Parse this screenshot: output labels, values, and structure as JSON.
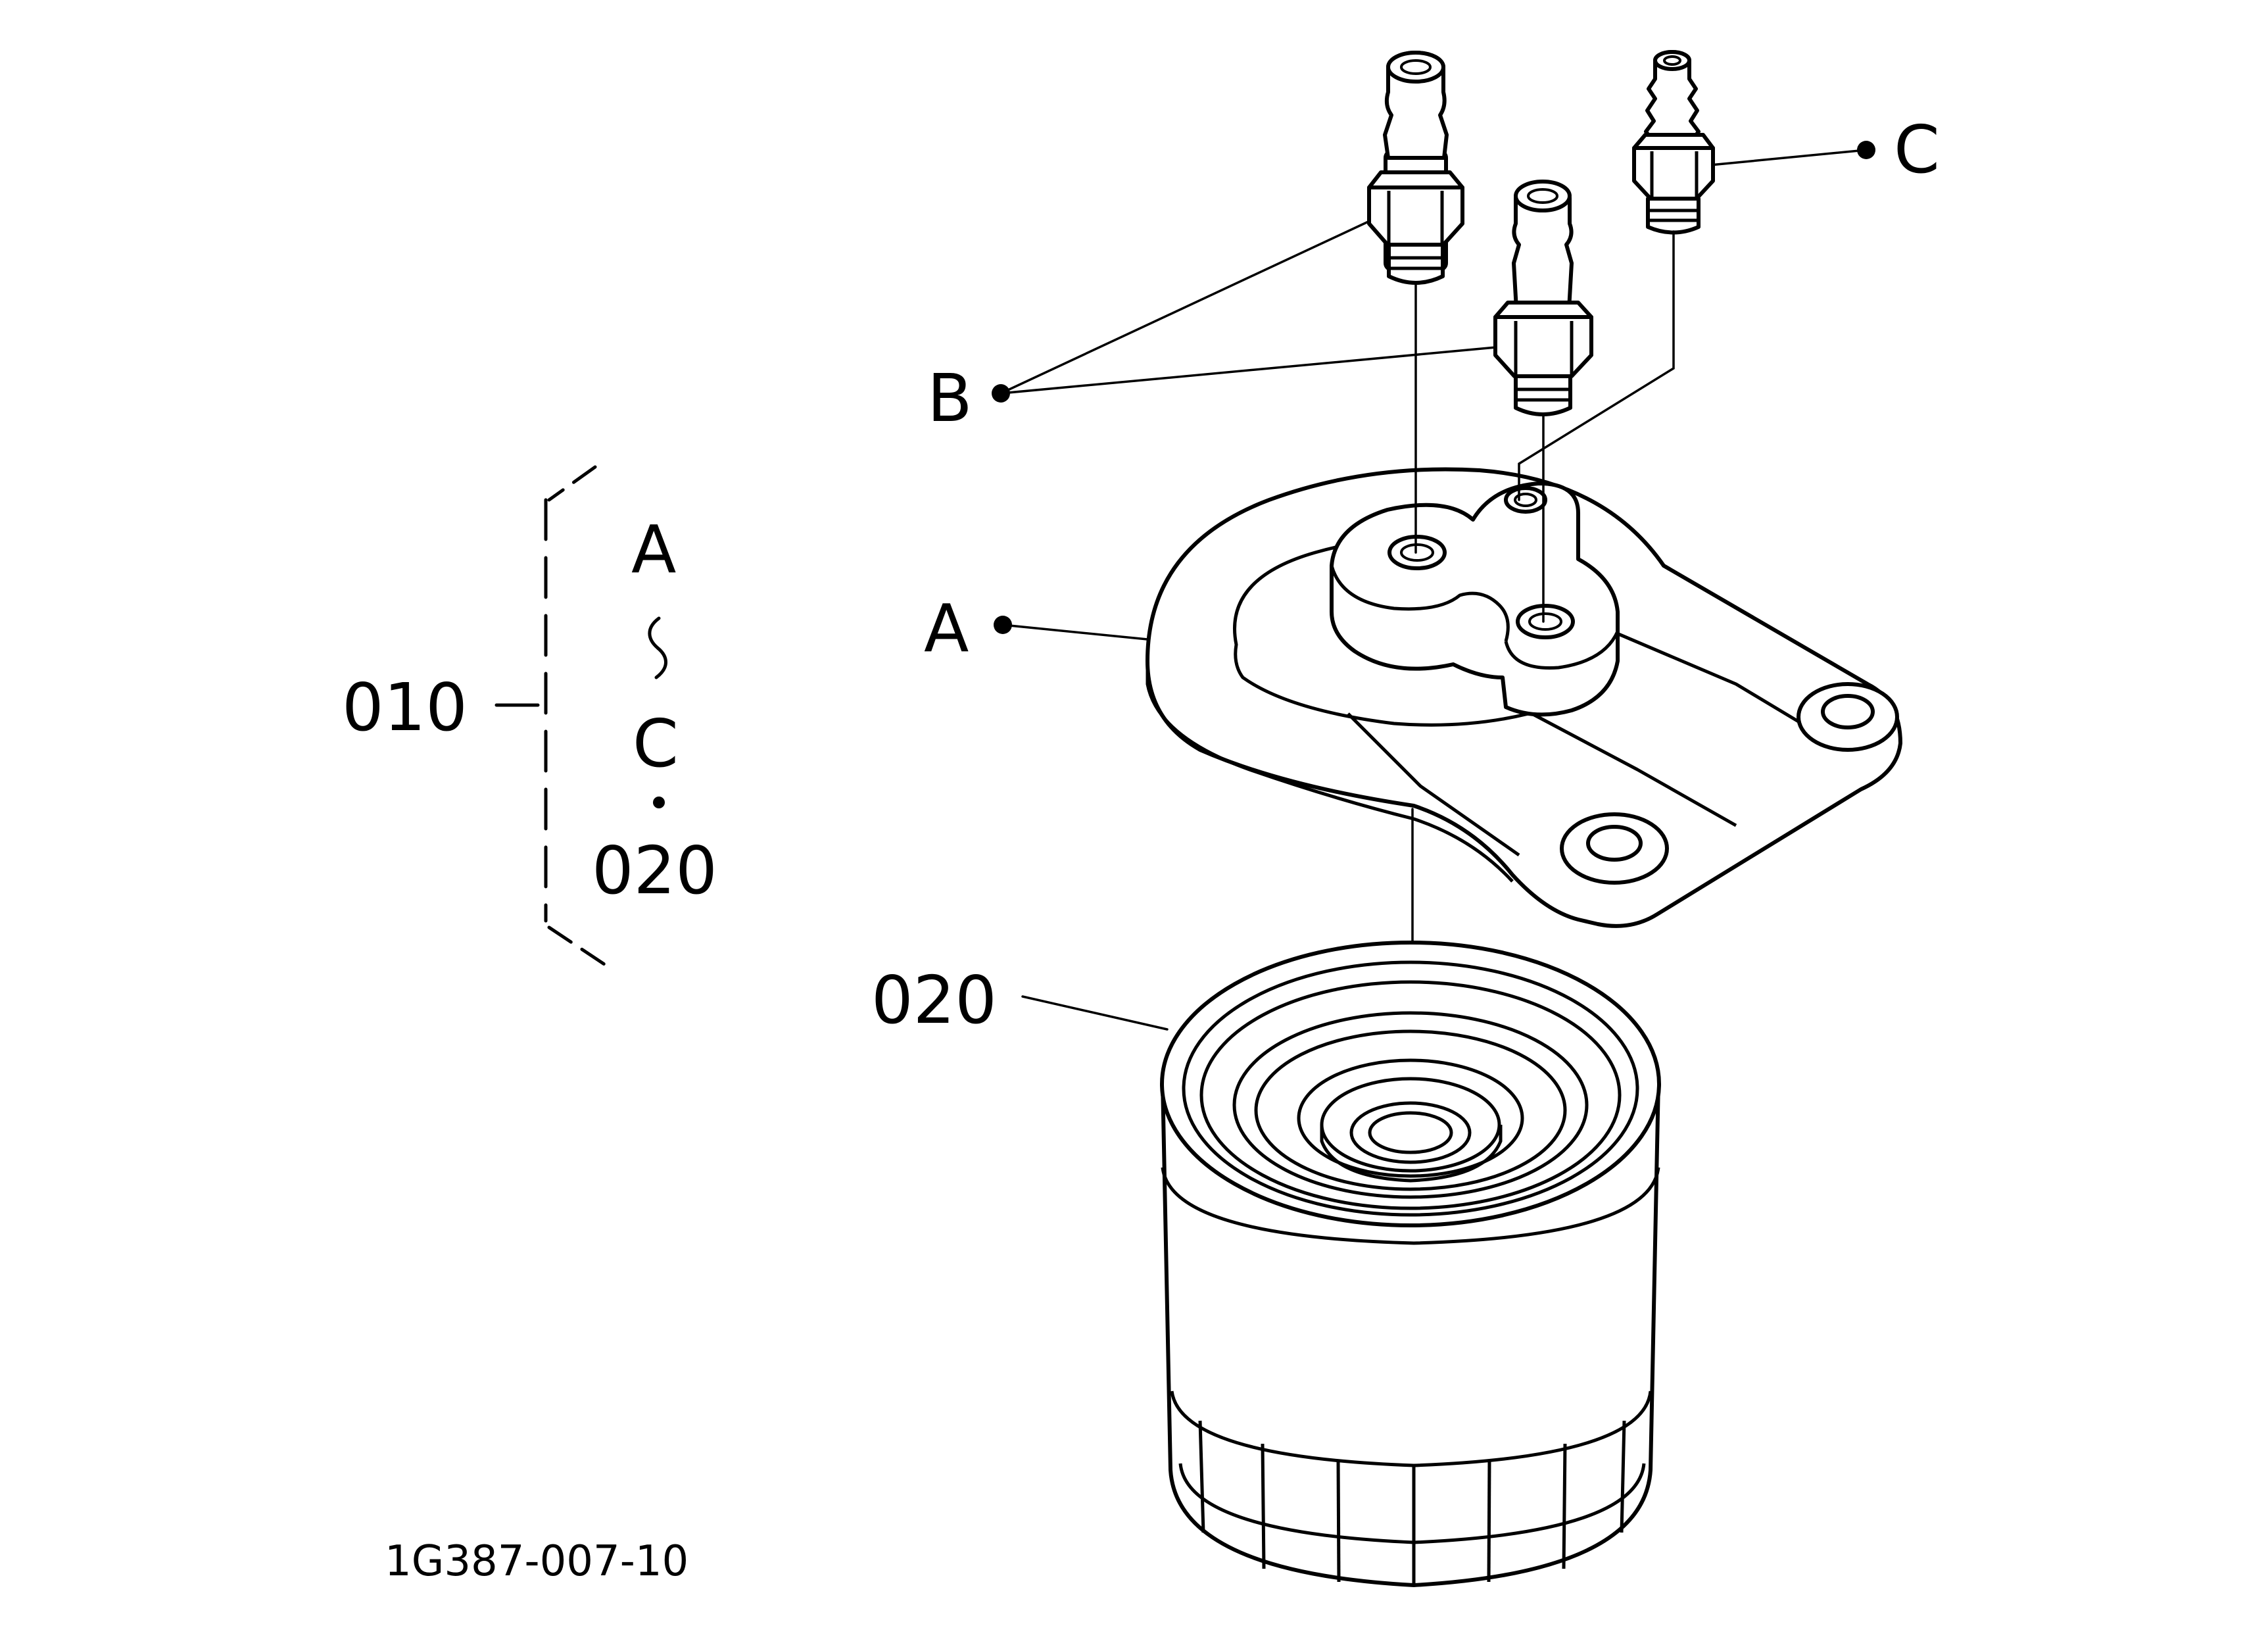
{
  "labels": {
    "callout_a": "A",
    "callout_b": "B",
    "callout_c": "C",
    "part_020": "020",
    "group_010": "010",
    "group_range_start": "A",
    "group_range_sep": "S",
    "group_range_end": "C",
    "group_extra": "020",
    "figure_code": "1G387-007-10"
  }
}
